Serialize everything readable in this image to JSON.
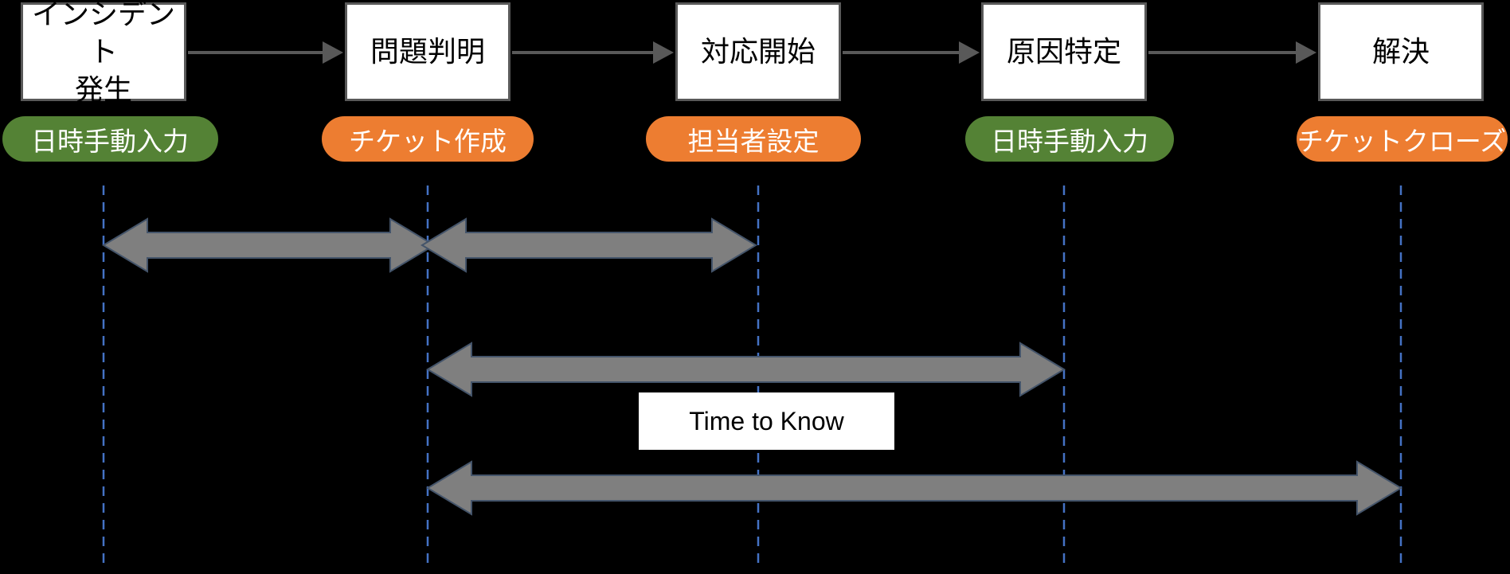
{
  "stages": [
    {
      "label": "インシデント\n発生",
      "badge": "日時手動入力",
      "badge_color": "green"
    },
    {
      "label": "問題判明",
      "badge": "チケット作成",
      "badge_color": "orange"
    },
    {
      "label": "対応開始",
      "badge": "担当者設定",
      "badge_color": "orange"
    },
    {
      "label": "原因特定",
      "badge": "日時手動入力",
      "badge_color": "green"
    },
    {
      "label": "解決",
      "badge": "チケットクローズ",
      "badge_color": "orange"
    }
  ],
  "spans": [
    {
      "from": "インシデント発生",
      "to": "問題判明",
      "row": 1,
      "label": ""
    },
    {
      "from": "問題判明",
      "to": "対応開始",
      "row": 1,
      "label": ""
    },
    {
      "from": "問題判明",
      "to": "原因特定",
      "row": 2,
      "label": "Time to Know"
    },
    {
      "from": "問題判明",
      "to": "解決",
      "row": 3,
      "label": ""
    }
  ],
  "colors": {
    "background": "#000000",
    "stage_box_bg": "#FFFFFF",
    "stage_box_border": "#595959",
    "badge_green": "#548235",
    "badge_orange": "#ED7D31",
    "badge_text": "#FFFFFF",
    "arrow_fill": "#7F7F7F",
    "arrow_outline": "#44546A",
    "guide_line": "#4472C4",
    "connector": "#595959",
    "span_label_bg": "#FFFFFF",
    "span_label_text": "#000000"
  }
}
